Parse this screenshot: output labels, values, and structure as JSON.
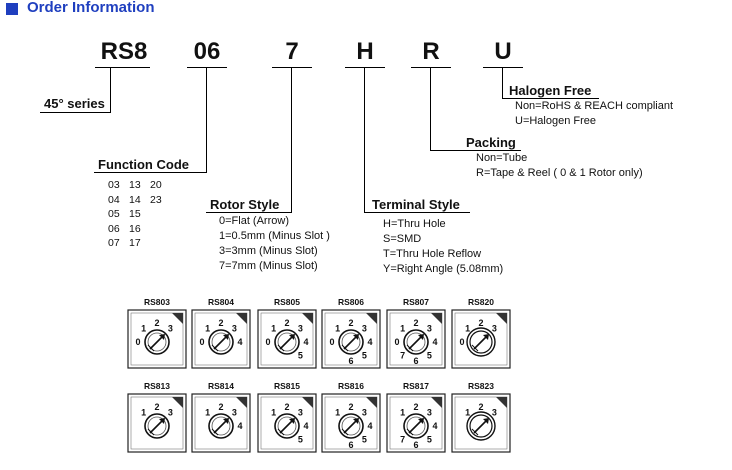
{
  "header": {
    "title": "Order Information"
  },
  "code_parts": [
    "RS8",
    "06",
    "7",
    "H",
    "R",
    "U"
  ],
  "series": {
    "label": "45° series"
  },
  "function_code": {
    "title": "Function Code",
    "rows": [
      [
        "03",
        "13",
        "20"
      ],
      [
        "04",
        "14",
        "23"
      ],
      [
        "05",
        "15"
      ],
      [
        "06",
        "16"
      ],
      [
        "07",
        "17"
      ]
    ]
  },
  "rotor_style": {
    "title": "Rotor Style",
    "items": [
      "0=Flat (Arrow)",
      "1=0.5mm (Minus Slot )",
      "3=3mm (Minus Slot)",
      "7=7mm (Minus Slot)"
    ]
  },
  "terminal_style": {
    "title": "Terminal Style",
    "items": [
      "H=Thru Hole",
      "S=SMD",
      "T=Thru Hole Reflow",
      "Y=Right Angle (5.08mm)"
    ]
  },
  "packing": {
    "title": "Packing",
    "items": [
      "Non=Tube",
      "R=Tape & Reel ( 0 & 1 Rotor only)"
    ]
  },
  "halogen": {
    "title": "Halogen Free",
    "items": [
      "Non=RoHS & REACH compliant",
      "U=Halogen Free"
    ]
  },
  "switches_top": [
    {
      "model": "RS803",
      "digits": [
        "0",
        "1",
        "2",
        "3"
      ]
    },
    {
      "model": "RS804",
      "digits": [
        "0",
        "1",
        "2",
        "3",
        "4"
      ]
    },
    {
      "model": "RS805",
      "digits": [
        "0",
        "1",
        "2",
        "3",
        "4",
        "5"
      ]
    },
    {
      "model": "RS806",
      "digits": [
        "0",
        "1",
        "2",
        "3",
        "4",
        "5",
        "6"
      ]
    },
    {
      "model": "RS807",
      "digits": [
        "0",
        "1",
        "2",
        "3",
        "4",
        "5",
        "6",
        "7"
      ]
    },
    {
      "model": "RS820",
      "digits": [
        "0",
        "1",
        "2",
        "3"
      ]
    }
  ],
  "switches_bottom": [
    {
      "model": "RS813",
      "digits": [
        "1",
        "2",
        "3"
      ]
    },
    {
      "model": "RS814",
      "digits": [
        "1",
        "2",
        "3",
        "4"
      ]
    },
    {
      "model": "RS815",
      "digits": [
        "1",
        "2",
        "3",
        "4",
        "5"
      ]
    },
    {
      "model": "RS816",
      "digits": [
        "1",
        "2",
        "3",
        "4",
        "5",
        "6"
      ]
    },
    {
      "model": "RS817",
      "digits": [
        "1",
        "2",
        "3",
        "4",
        "5",
        "6",
        "7"
      ]
    },
    {
      "model": "RS823",
      "digits": [
        "1",
        "2",
        "3"
      ]
    }
  ],
  "colors": {
    "accent": "#1f3fbf",
    "ink": "#111111"
  }
}
